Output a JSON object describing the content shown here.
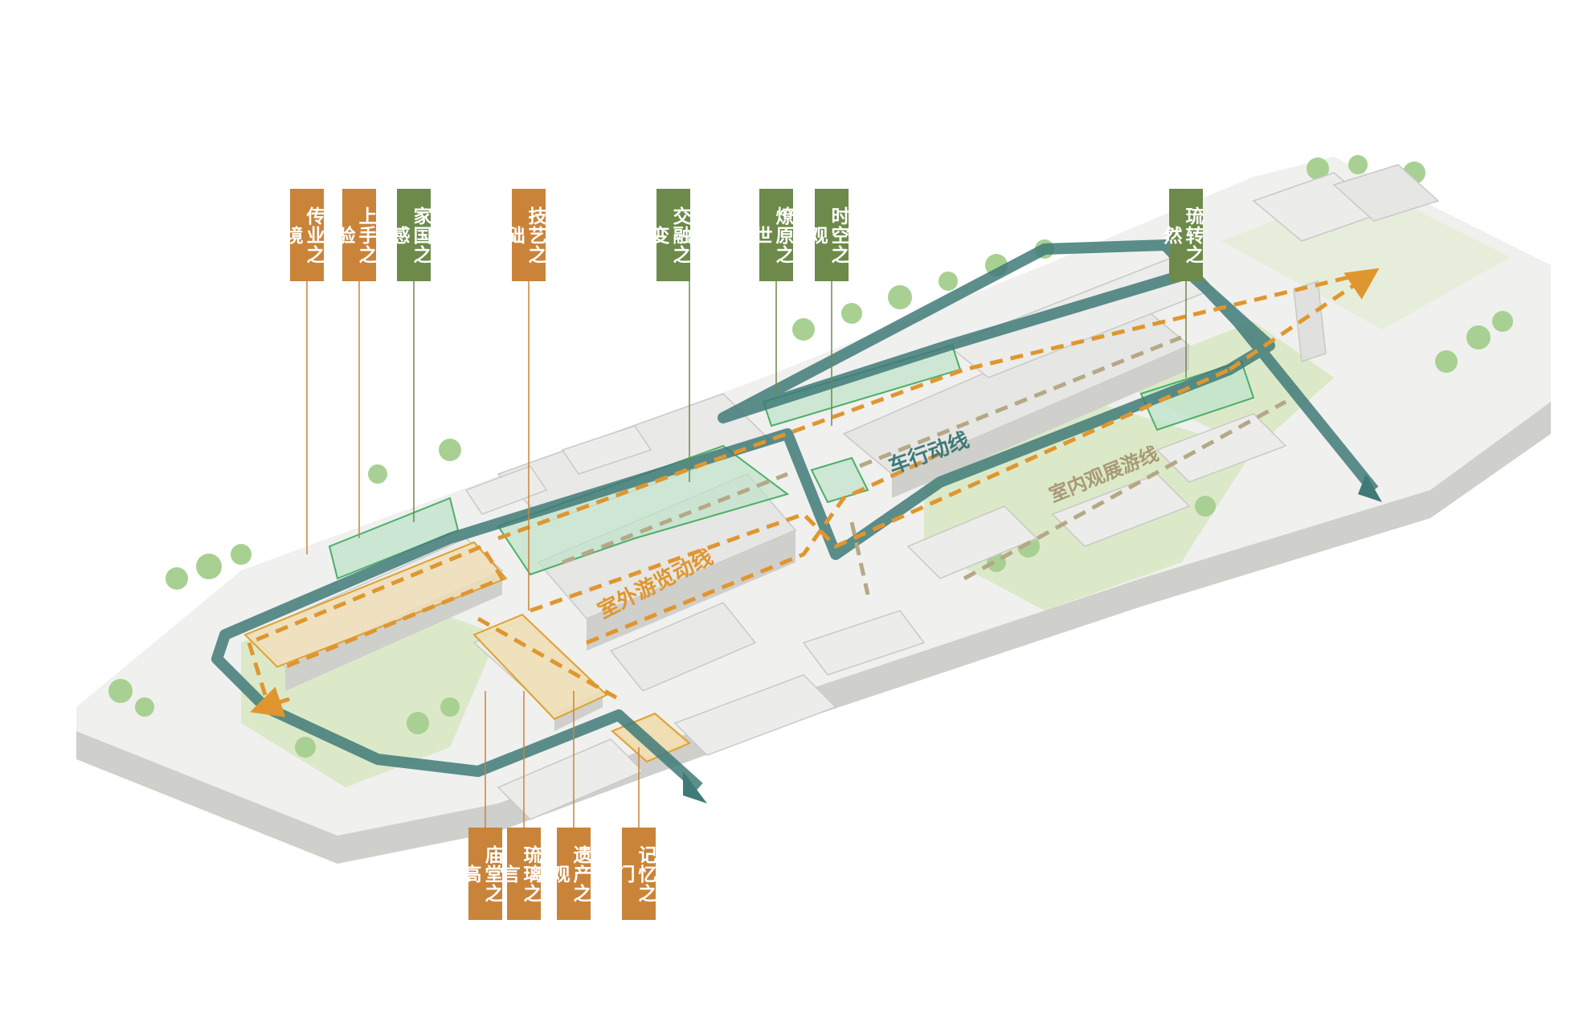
{
  "colors": {
    "orange": "#c9843a",
    "green": "#6d8a4a",
    "vehicle_route": "#3f7a78",
    "outdoor_route": "#e0962e",
    "indoor_route": "#b5a886",
    "zone_fill_green": "#bfe3c9",
    "zone_fill_orange": "#f0dfb4",
    "lawn": "#dbe9c9",
    "roof": "#e4e4e2",
    "wall": "#c9c9c6",
    "tree": "#9fcb8a"
  },
  "labels": {
    "top": [
      {
        "text": "传业之境",
        "color": "orange"
      },
      {
        "text": "上手之验",
        "color": "orange"
      },
      {
        "text": "家国之感",
        "color": "green"
      },
      {
        "text": "技艺之础",
        "color": "orange"
      },
      {
        "text": "交融之变",
        "color": "green"
      },
      {
        "text": "燎原之世",
        "color": "green"
      },
      {
        "text": "时空之观",
        "color": "green"
      },
      {
        "text": "琉转之然",
        "color": "green"
      }
    ],
    "bottom": [
      {
        "text": "庙堂之高",
        "color": "orange"
      },
      {
        "text": "琉璃之言",
        "color": "orange"
      },
      {
        "text": "遗产之观",
        "color": "orange"
      },
      {
        "text": "记忆之门",
        "color": "orange"
      }
    ]
  },
  "routes": {
    "vehicle": "车行动线",
    "outdoor": "室外游览动线",
    "indoor": "室内观展游线"
  }
}
